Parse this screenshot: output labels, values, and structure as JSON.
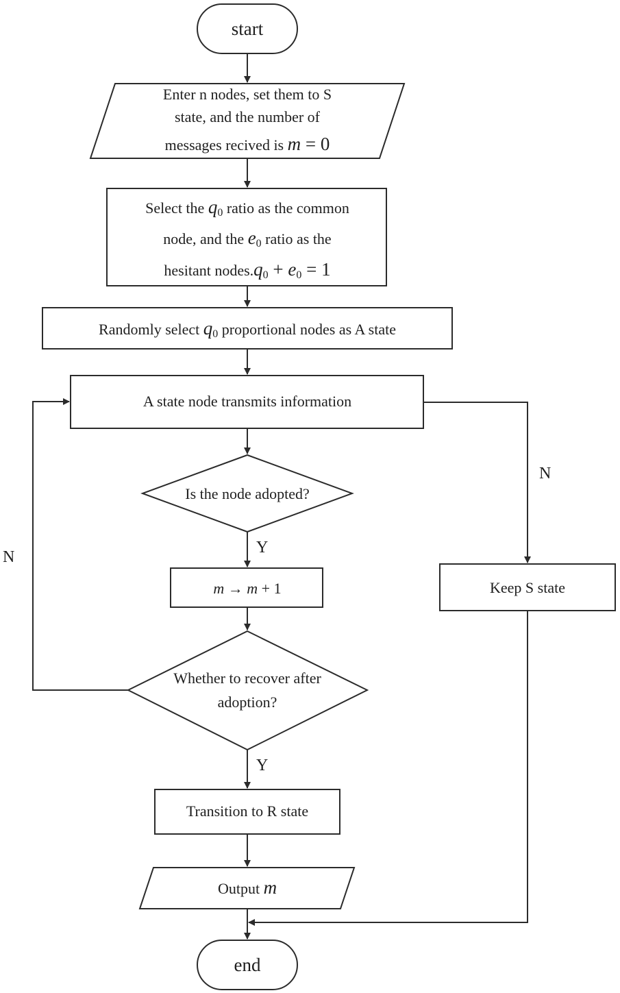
{
  "nodes": {
    "start": {
      "text": "start"
    },
    "input": {
      "line1": "Enter n nodes, set them to S",
      "line2": "state, and the number of",
      "line3_prefix": "messages recived is ",
      "line3_var": "m",
      "line3_suffix": " = 0"
    },
    "select": {
      "line1_prefix": "Select the ",
      "line1_var": "q",
      "line1_sub": "0",
      "line1_suffix": " ratio as the common",
      "line2_prefix": "node, and the ",
      "line2_var": "e",
      "line2_sub": "0",
      "line2_suffix": " ratio as the",
      "line3_prefix": "hesitant nodes.",
      "line3_var1": "q",
      "line3_sub1": "0",
      "line3_plus": " + ",
      "line3_var2": "e",
      "line3_sub2": "0",
      "line3_suffix": " = 1"
    },
    "random": {
      "prefix": "Randomly select ",
      "var": "q",
      "sub": "0",
      "suffix": " proportional nodes as A state"
    },
    "transmit": {
      "text": "A state node transmits information"
    },
    "adopted": {
      "text": "Is the node adopted?"
    },
    "increment": {
      "var1": "m",
      "arrow": " → ",
      "var2": "m",
      "suffix": " + 1"
    },
    "recover": {
      "line1": "Whether to recover after",
      "line2": "adoption?"
    },
    "transition": {
      "text": "Transition to R state"
    },
    "output": {
      "prefix": "Output ",
      "var": "m"
    },
    "keep": {
      "text": "Keep S state"
    },
    "end": {
      "text": "end"
    }
  },
  "edge_labels": {
    "adopted_yes": "Y",
    "recover_yes": "Y",
    "transmit_no": "N",
    "recover_no": "N"
  }
}
